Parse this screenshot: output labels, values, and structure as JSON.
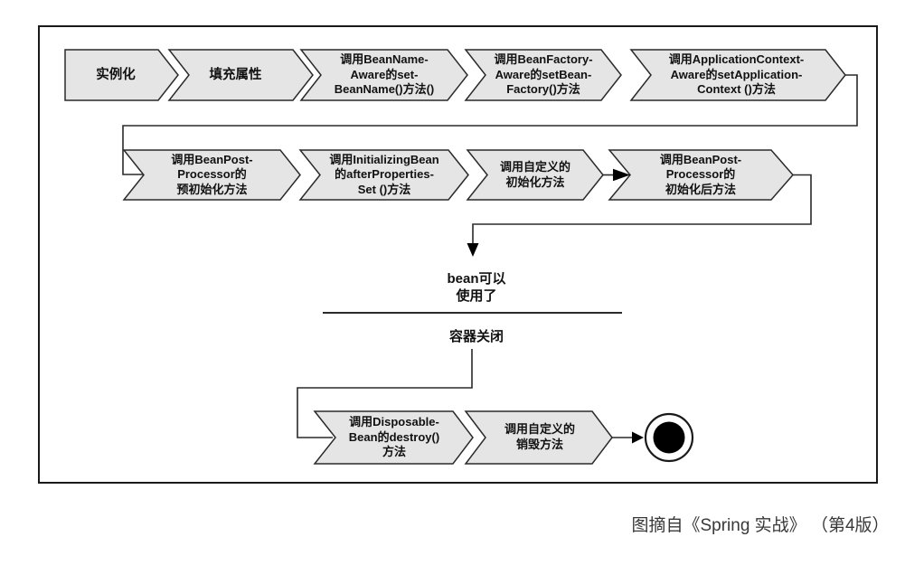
{
  "nodes": {
    "instantiate": "实例化",
    "populate": "填充属性",
    "beanNameAware": "调用BeanName-\nAware的set-\nBeanName()方法()",
    "beanFactoryAware": "调用BeanFactory-\nAware的setBean-\nFactory()方法",
    "applicationContextAware": "调用ApplicationContext-\nAware的setApplication-\nContext ()方法",
    "preInit": "调用BeanPost-\nProcessor的\n预初始化方法",
    "afterPropertiesSet": "调用InitializingBean\n的afterProperties-\nSet ()方法",
    "customInit": "调用自定义的\n初始化方法",
    "postInit": "调用BeanPost-\nProcessor的\n初始化后方法",
    "beanReady": "bean可以\n使用了",
    "containerClose": "容器关闭",
    "destroy": "调用Disposable-\nBean的destroy()\n方法",
    "customDestroy": "调用自定义的\n销毁方法"
  },
  "caption": "图摘自《Spring 实战》 （第4版）",
  "colors": {
    "nodeFill": "#e5e5e5",
    "nodeStroke": "#2a2a2a",
    "line": "#2a2a2a",
    "frame": "#1a1a1a",
    "endState": "#000000"
  }
}
